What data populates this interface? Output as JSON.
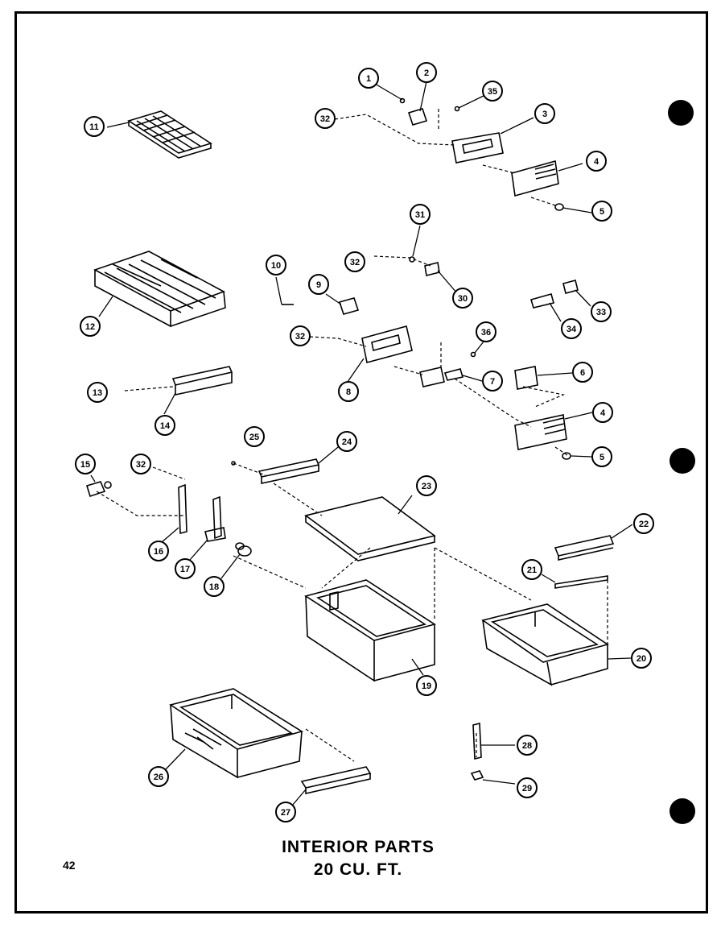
{
  "title_line1": "INTERIOR PARTS",
  "title_line2": "20 CU. FT.",
  "page_number": "42",
  "callouts": [
    "1",
    "2",
    "35",
    "32",
    "3",
    "4",
    "5",
    "11",
    "31",
    "32",
    "30",
    "10",
    "9",
    "12",
    "32",
    "36",
    "8",
    "7",
    "6",
    "33",
    "34",
    "4",
    "5",
    "13",
    "14",
    "25",
    "24",
    "15",
    "32",
    "23",
    "16",
    "17",
    "18",
    "22",
    "21",
    "19",
    "20",
    "26",
    "27",
    "28",
    "29"
  ]
}
